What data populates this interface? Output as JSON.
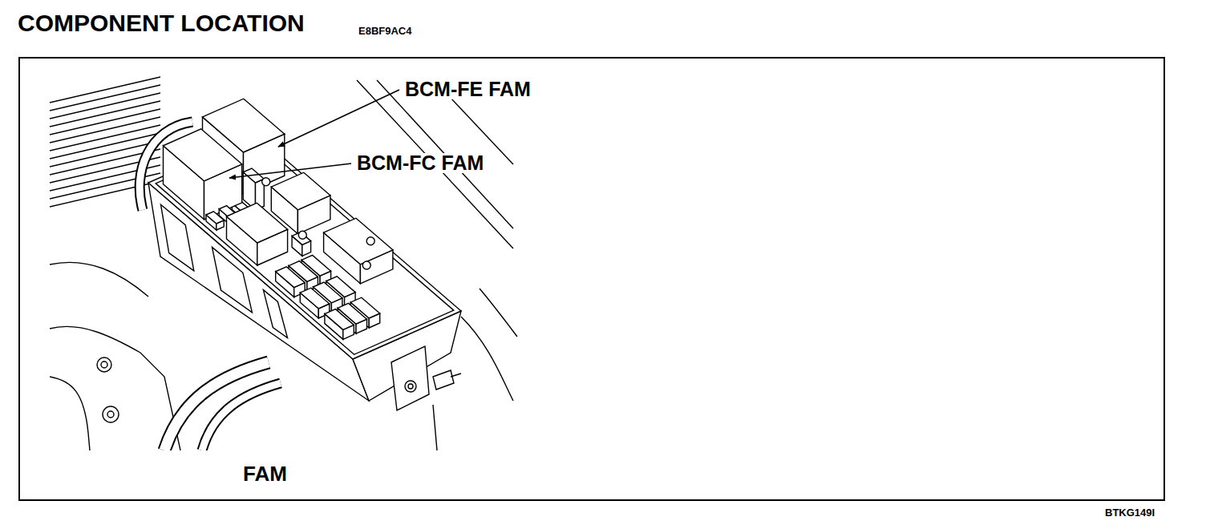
{
  "diagram": {
    "title": "COMPONENT LOCATION",
    "labels": [
      "E8BF9AC4",
      "BCM-FE FAM",
      "BCM-FC FAM",
      "FAM",
      "BTKG149I"
    ]
  }
}
